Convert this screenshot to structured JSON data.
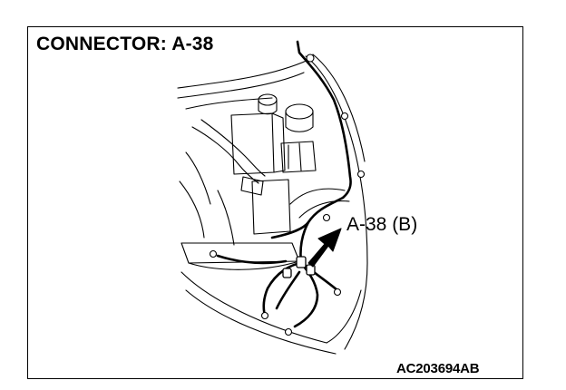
{
  "title": "CONNECTOR: A-38",
  "callout_label": "A-38 (B)",
  "figure_id": "AC203694AB",
  "colors": {
    "line": "#000000",
    "background": "#ffffff"
  }
}
